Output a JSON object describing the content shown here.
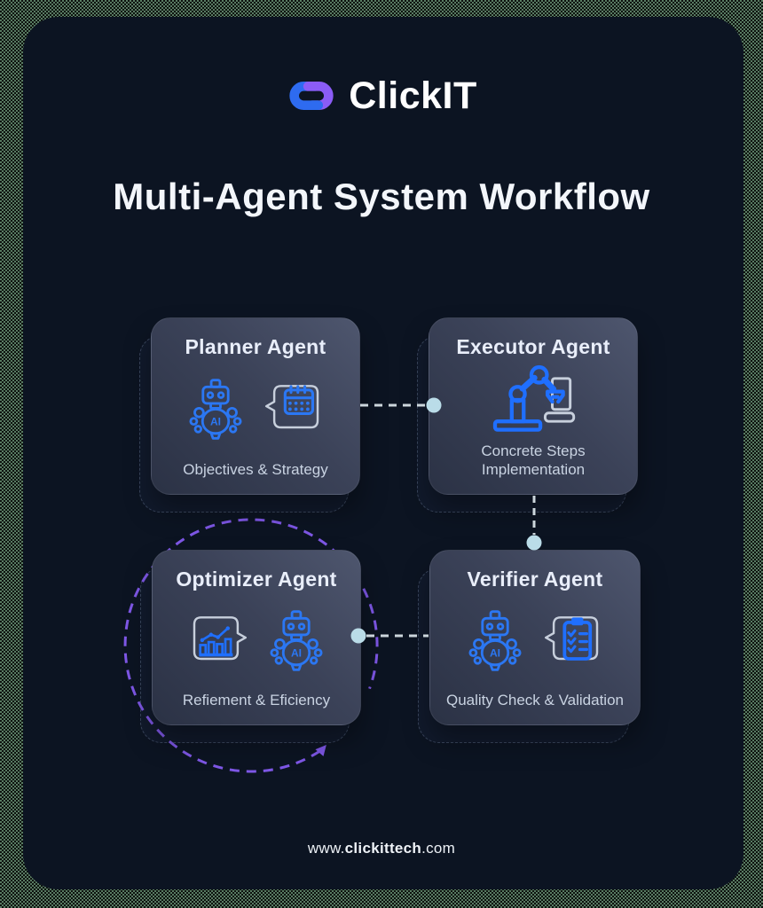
{
  "logo": {
    "text": "ClickIT"
  },
  "title": "Multi-Agent System Workflow",
  "cards": {
    "planner": {
      "title": "Planner Agent",
      "caption": "Objectives & Strategy"
    },
    "executor": {
      "title": "Executor Agent",
      "caption": "Concrete Steps Implementation"
    },
    "optimizer": {
      "title": "Optimizer Agent",
      "caption": "Refiement & Eficiency"
    },
    "verifier": {
      "title": "Verifier Agent",
      "caption": "Quality Check & Validation"
    }
  },
  "footer": {
    "prefix": "www.",
    "domain": "clickittech",
    "suffix": ".com"
  },
  "icons": {
    "ai_label": "AI",
    "planner": [
      "ai-robot-icon",
      "calendar-bubble-icon"
    ],
    "executor": [
      "robot-arm-icon",
      "laptop-icon"
    ],
    "optimizer": [
      "chart-bubble-icon",
      "ai-robot-icon"
    ],
    "verifier": [
      "ai-robot-icon",
      "checklist-bubble-icon"
    ]
  },
  "colors": {
    "background": "#0c1422",
    "accent_blue": "#2b77f3",
    "logo_blue": "#2e6bf0",
    "logo_purple": "#8b5cf6",
    "loop_purple": "#7e57e6",
    "connector_gray": "#ccd6dc",
    "dot_blue": "#badce8",
    "card_title": "#e9eefa",
    "caption_gray": "#c9d3e2"
  }
}
